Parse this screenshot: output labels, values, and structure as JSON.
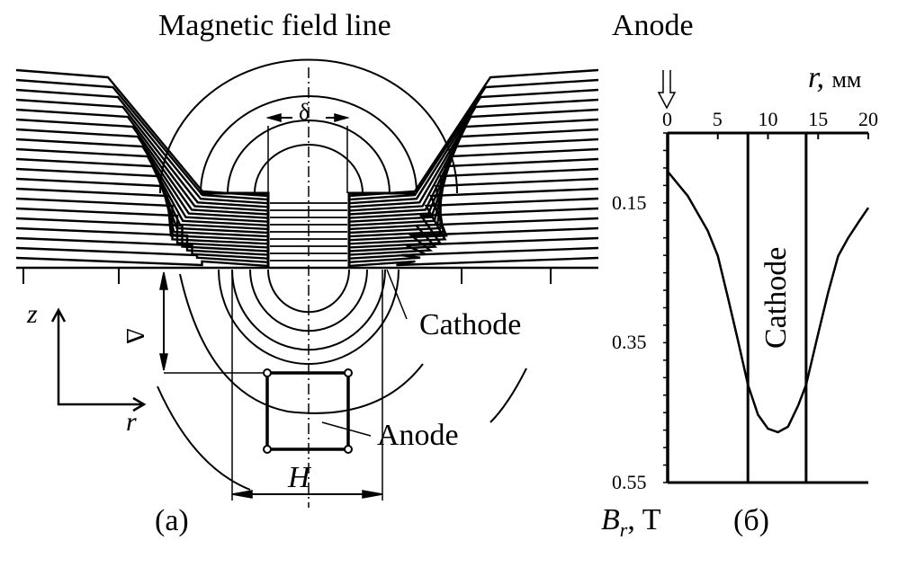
{
  "panel_a": {
    "title": "Magnetic field line",
    "cathode_label": "Cathode",
    "anode_label": "Anode",
    "delta_symbol": "δ",
    "gap_symbol": "Δ",
    "width_symbol": "H",
    "z_axis": "z",
    "r_axis": "r",
    "caption": "(a)"
  },
  "panel_b": {
    "anode_label": "Anode",
    "caption": "(б)",
    "cathode_label": "Cathode"
  },
  "chart_data": {
    "type": "line",
    "title": "",
    "xlabel_var": "r,",
    "xlabel_unit": "мм",
    "ylabel_var": "B",
    "ylabel_sub": "r",
    "ylabel_unit": ", T",
    "xlim": [
      0,
      20
    ],
    "ylim": [
      0.05,
      0.55
    ],
    "y_inverted": true,
    "x_ticks": [
      "0",
      "5",
      "10",
      "15",
      "20"
    ],
    "y_ticks": [
      "0.15",
      "0.35",
      "0.55"
    ],
    "cathode_region": [
      8,
      13.8
    ],
    "grid": false,
    "series": [
      {
        "name": "B_r",
        "x": [
          0,
          2,
          4,
          5,
          6,
          7,
          8,
          9,
          10,
          11,
          12,
          13,
          13.8,
          15,
          16,
          17,
          18,
          19,
          20
        ],
        "y": [
          0.105,
          0.14,
          0.19,
          0.226,
          0.285,
          0.346,
          0.41,
          0.453,
          0.473,
          0.478,
          0.47,
          0.44,
          0.41,
          0.337,
          0.278,
          0.226,
          0.2,
          0.178,
          0.157
        ]
      }
    ]
  },
  "colors": {
    "ink": "#000000",
    "background": "#ffffff"
  }
}
